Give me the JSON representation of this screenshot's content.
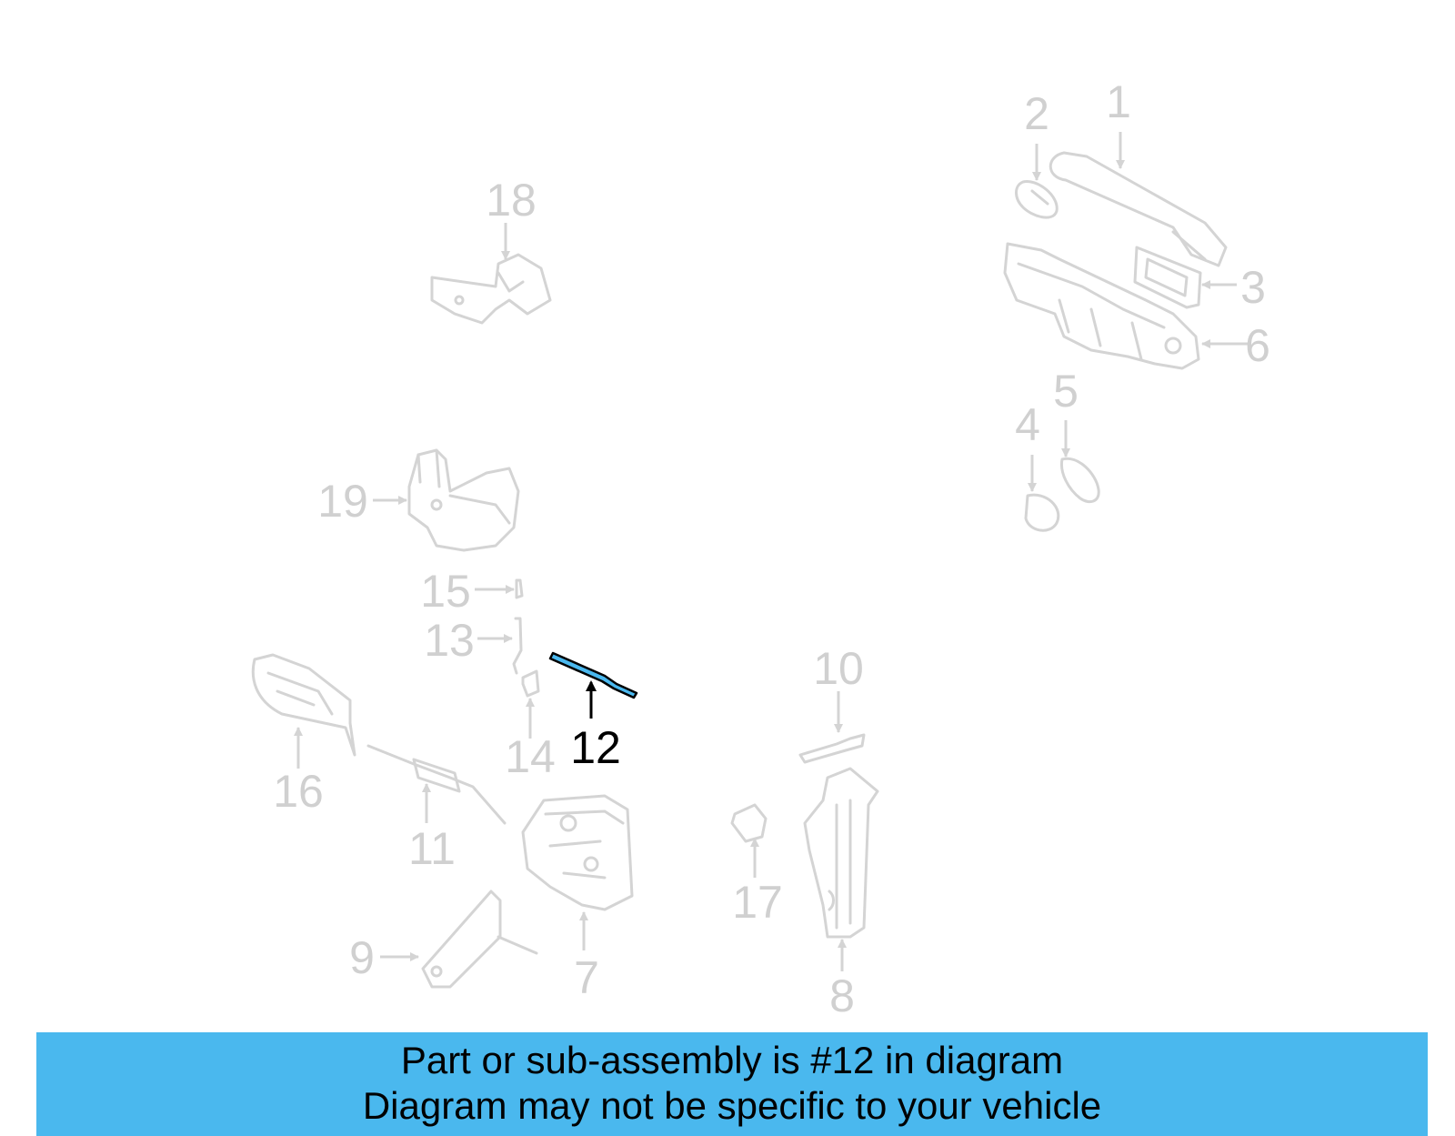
{
  "callouts": {
    "c1": "1",
    "c2": "2",
    "c3": "3",
    "c4": "4",
    "c5": "5",
    "c6": "6",
    "c7": "7",
    "c8": "8",
    "c9": "9",
    "c10": "10",
    "c11": "11",
    "c12": "12",
    "c13": "13",
    "c14": "14",
    "c15": "15",
    "c16": "16",
    "c17": "17",
    "c18": "18",
    "c19": "19"
  },
  "highlighted_part": "12",
  "banner": {
    "line1": "Part or sub-assembly is #12 in diagram",
    "line2": "Diagram may not be specific to your vehicle"
  },
  "colors": {
    "faded_line": "#d4d4d4",
    "faded_text": "#d0d0d0",
    "highlight_fill": "#4ab8ee",
    "highlight_text": "#000000",
    "banner_bg": "#4ab8ee"
  }
}
